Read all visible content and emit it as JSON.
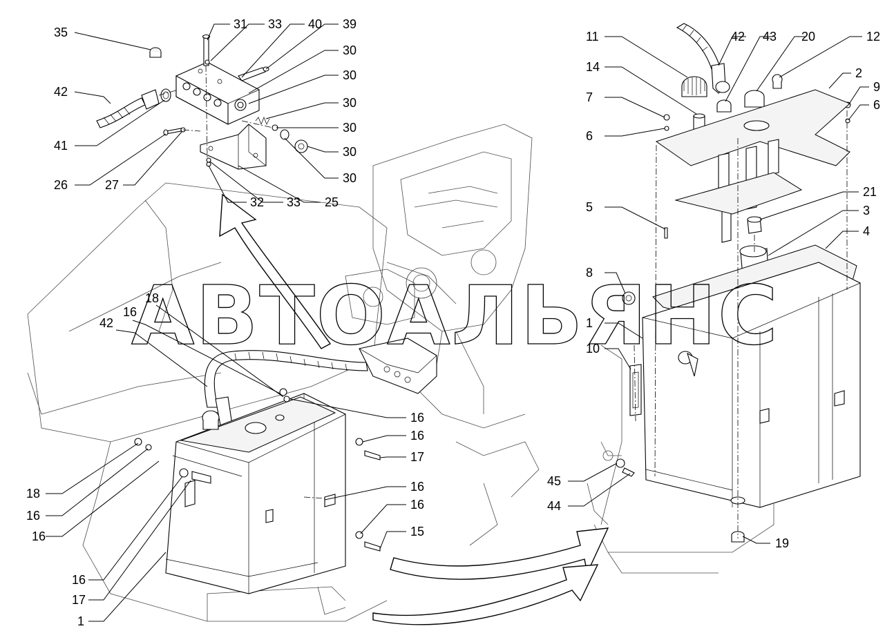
{
  "watermark": "АВТОАЛЬЯНС",
  "callouts_top_left": {
    "n35": "35",
    "n31": "31",
    "n33a": "33",
    "n40": "40",
    "n39": "39",
    "n30a": "30",
    "n30b": "30",
    "n30c": "30",
    "n30d": "30",
    "n30e": "30",
    "n30f": "30",
    "n42": "42",
    "n41": "41",
    "n26": "26",
    "n27": "27",
    "n32": "32",
    "n33b": "33",
    "n25": "25"
  },
  "callouts_bottom_left": {
    "n18a": "18",
    "n16a": "16",
    "n42": "42",
    "n16b": "16",
    "n16c": "16",
    "n17a": "17",
    "n16d": "16",
    "n16e": "16",
    "n15": "15",
    "n18b": "18",
    "n16f": "16",
    "n16g": "16",
    "n16h": "16",
    "n17b": "17",
    "n1": "1"
  },
  "callouts_right": {
    "n11": "11",
    "n42": "42",
    "n43": "43",
    "n20": "20",
    "n12": "12",
    "n14": "14",
    "n2": "2",
    "n9": "9",
    "n7": "7",
    "n6a": "6",
    "n6b": "6",
    "n21": "21",
    "n5": "5",
    "n3": "3",
    "n4": "4",
    "n8": "8",
    "n1": "1",
    "n10": "10",
    "n45": "45",
    "n44": "44",
    "n19": "19"
  }
}
